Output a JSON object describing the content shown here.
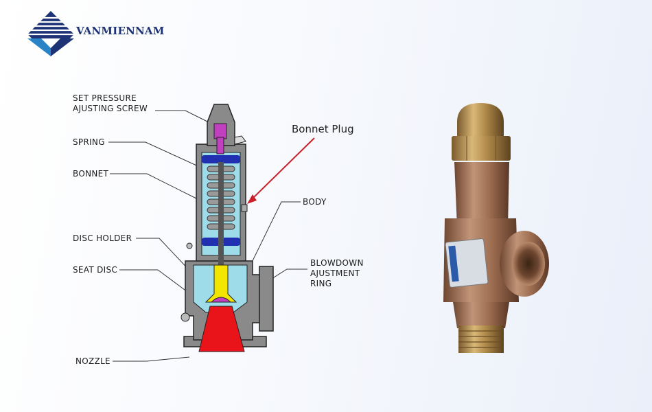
{
  "brand": {
    "name": "VANMIENNAM",
    "color": "#1e3276",
    "accent": "#2a83c6"
  },
  "diagram": {
    "labels": {
      "set_pressure": [
        "SET PRESSURE",
        "AJUSTING SCREW"
      ],
      "spring": "SPRING",
      "bonnet": "BONNET",
      "disc_holder": "DISC HOLDER",
      "seat_disc": "SEAT DISC",
      "nozzle": "NOZZLE",
      "body": "BODY",
      "blowdown": [
        "BLOWDOWN",
        "AJUSTMENT",
        "RING"
      ]
    },
    "callout": "Bonnet Plug",
    "colors": {
      "spring": "#9a9a9a",
      "bonnet_cavity": "#9fdcea",
      "body_fill": "#8a8a8a",
      "disc_holder": "#f2e600",
      "seat_disc": "#c040c0",
      "nozzle": "#e8141a",
      "seal": "#2030b0",
      "arrow": "#c8202a"
    }
  },
  "product_photo": {
    "icon": "bronze-safety-valve-icon"
  }
}
